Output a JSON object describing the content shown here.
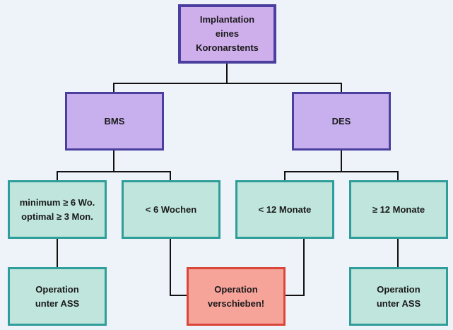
{
  "nodes": {
    "root": "Implantation\neines\nKoronarstents",
    "bms": "BMS",
    "des": "DES",
    "bms_min": "minimum ≥ 6 Wo.\noptimal ≥ 3 Mon.",
    "bms_lt6": "< 6 Wochen",
    "des_lt12": "< 12 Monate",
    "des_ge12": "≥ 12 Monate",
    "op_ass_left": "Operation\nunter ASS",
    "op_postpone": "Operation\nverschieben!",
    "op_ass_right": "Operation\nunter ASS"
  },
  "colors": {
    "background": "#eef3fa",
    "purple_fill": "#c8b0ef",
    "purple_border": "#4a3f9e",
    "teal_fill": "#bfe5dc",
    "teal_border": "#2f9e9a",
    "red_fill": "#f6a39a",
    "red_border": "#d9473b",
    "connector": "#111111"
  }
}
